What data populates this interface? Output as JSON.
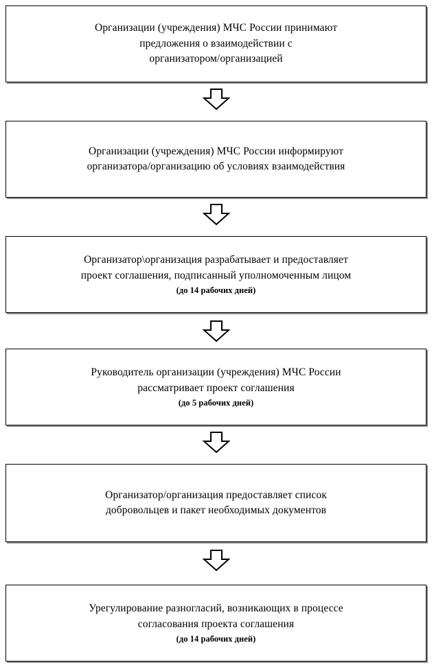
{
  "diagram": {
    "type": "vertical-flowchart",
    "orientation": "top-to-bottom",
    "step_count": 6,
    "arrow_count": 5,
    "arrow_icon": "down-block-arrow-icon",
    "colors": {
      "background": "#ffffff",
      "box_fill": "#ffffff",
      "border": "#000000",
      "shadow": "#8a8a8a",
      "text": "#000000"
    },
    "steps": [
      {
        "index": 1,
        "text": "Организации (учреждения) МЧС России принимают\nпредложения о взаимодействии с\nорганизатором/организацией",
        "note": ""
      },
      {
        "index": 2,
        "text": "Организации (учреждения) МЧС России информируют\nорганизатора/организацию об условиях взаимодействия",
        "note": ""
      },
      {
        "index": 3,
        "text": "Организатор\\организация разрабатывает и предоставляет\nпроект соглашения, подписанный уполномоченным лицом",
        "note": "(до 14 рабочих дней)"
      },
      {
        "index": 4,
        "text": "Руководитель организации (учреждения) МЧС России\nрассматривает проект соглашения",
        "note": "(до 5 рабочих дней)"
      },
      {
        "index": 5,
        "text": "Организатор/организация предоставляет список\nдобровольцев и пакет необходимых документов",
        "note": ""
      },
      {
        "index": 6,
        "text": "Урегулирование разногласий, возникающих в процессе\nсогласования проекта соглашения",
        "note": "(до 14 рабочих дней)"
      }
    ],
    "arrows": [
      {
        "index": 1,
        "from_step": 1,
        "to_step": 2,
        "direction": "down"
      },
      {
        "index": 2,
        "from_step": 2,
        "to_step": 3,
        "direction": "down"
      },
      {
        "index": 3,
        "from_step": 3,
        "to_step": 4,
        "direction": "down"
      },
      {
        "index": 4,
        "from_step": 4,
        "to_step": 5,
        "direction": "down"
      },
      {
        "index": 5,
        "from_step": 5,
        "to_step": 6,
        "direction": "down"
      }
    ]
  }
}
